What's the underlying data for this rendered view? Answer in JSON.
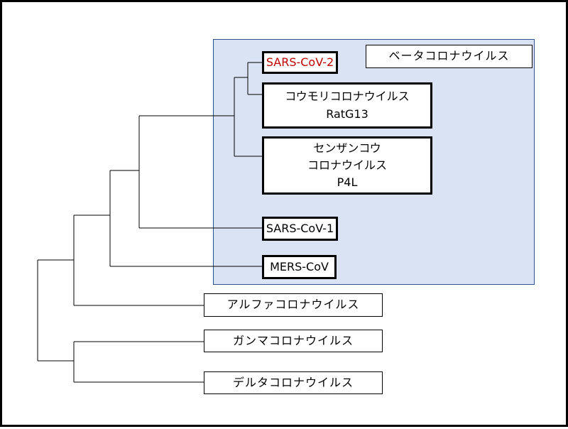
{
  "colors": {
    "beta_region_fill": "#dae3f3",
    "beta_region_border": "#2f528f",
    "highlight_text": "#c00000",
    "line": "#000000"
  },
  "beta_group": {
    "label": "ベータコロナウイルス"
  },
  "taxa": {
    "sars_cov_2": {
      "name": "SARS-CoV-2"
    },
    "bat_ratg13": {
      "line1": "コウモリコロナウイルス",
      "line2": "RatG13"
    },
    "pangolin_p4l": {
      "line1": "センザンコウ",
      "line2": "コロナウイルス",
      "line3": "P4L"
    },
    "sars_cov_1": {
      "name": "SARS-CoV-1"
    },
    "mers_cov": {
      "name": "MERS-CoV"
    }
  },
  "genera": {
    "alpha": {
      "label": "アルファコロナウイルス"
    },
    "gamma": {
      "label": "ガンマコロナウイルス"
    },
    "delta": {
      "label": "デルタコロナウイルス"
    }
  }
}
